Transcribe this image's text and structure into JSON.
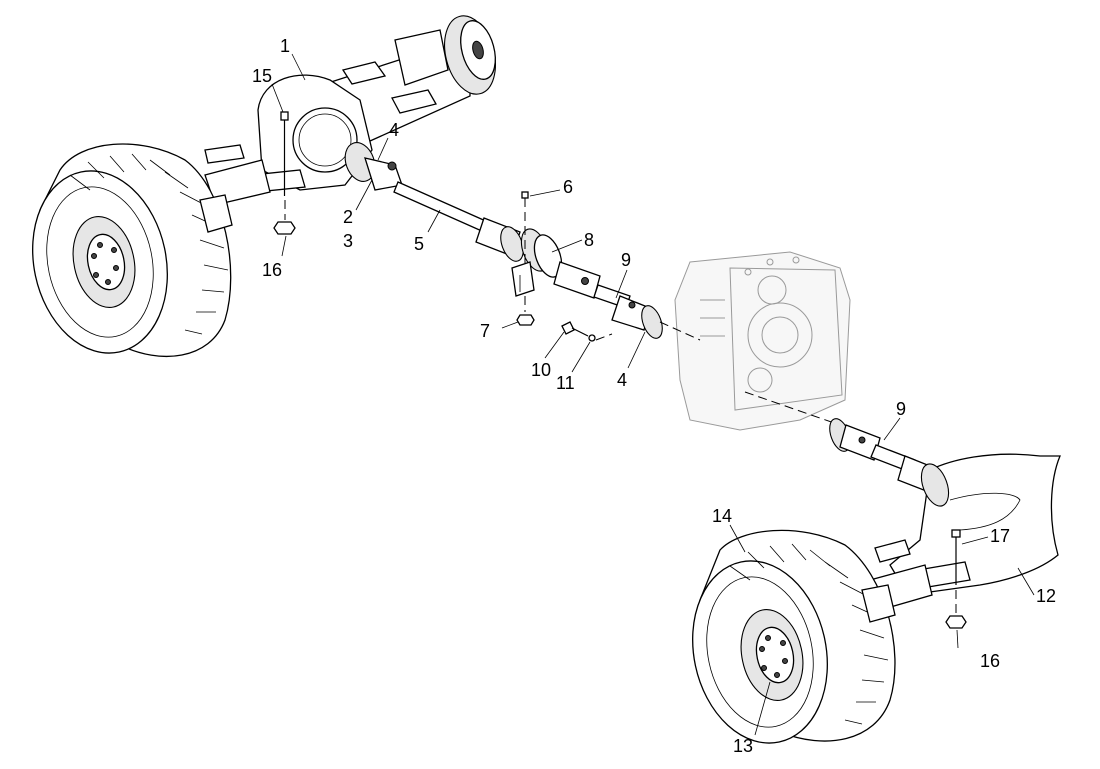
{
  "figure": {
    "callouts": {
      "c1": "1",
      "c15": "15",
      "c4_top": "4",
      "c2": "2",
      "c3": "3",
      "c6": "6",
      "c5": "5",
      "c8": "8",
      "c16_left": "16",
      "c9_top": "9",
      "c7": "7",
      "c10": "10",
      "c11": "11",
      "c4_bottom": "4",
      "c9_bottom": "9",
      "c14": "14",
      "c17": "17",
      "c12": "12",
      "c16_right": "16",
      "c13": "13"
    }
  }
}
